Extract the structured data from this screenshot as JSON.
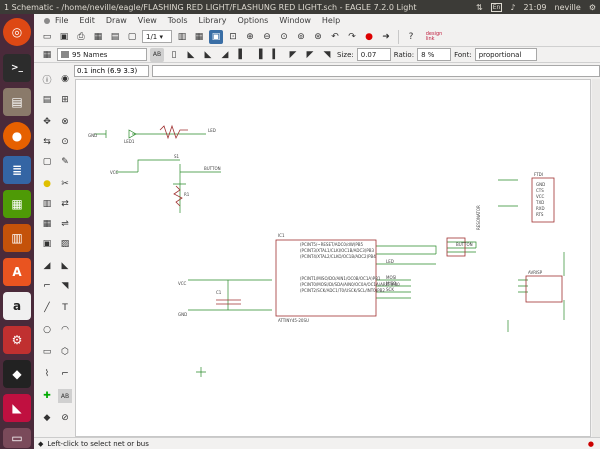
{
  "window": {
    "title": "1 Schematic - /home/neville/eagle/FLASHING RED LIGHT/FLASHUNG RED LIGHT.sch - EAGLE 7.2.0 Light"
  },
  "tray": {
    "keyboard": "En",
    "time": "21:09",
    "user": "neville"
  },
  "menu": [
    "File",
    "Edit",
    "Draw",
    "View",
    "Tools",
    "Library",
    "Options",
    "Window",
    "Help"
  ],
  "toolbar": {
    "sheet": "1/1",
    "brand": "design\nlink"
  },
  "layer": {
    "value": "95 Names"
  },
  "size": {
    "label": "Size:",
    "value": "0.07"
  },
  "ratio": {
    "label": "Ratio:",
    "value": "8 %"
  },
  "font": {
    "label": "Font:",
    "value": "proportional"
  },
  "coord": "0.1 inch (6.9 3.3)",
  "status": "Left-click to select net or bus",
  "schematic": {
    "vcc": "VCC",
    "gnd": "GND",
    "led": "LED",
    "led1": "LED1",
    "button": "BUTTON",
    "s1": "S1",
    "r1": "R1",
    "c1": "C1",
    "ic": "IC1",
    "ic_name": "ATTINY45-20SU",
    "resonator": "RESONATOR",
    "header": "FTDI",
    "avr": "AVRISP",
    "pins_right": [
      "(PCINT5/~RESET/ADC0/dW)PB5",
      "(PCINT3/XTAL1/CLKI/OC1B/ADC3)PB3",
      "(PCINT4/XTAL2/CLKO/OC1B/ADC2)PB4",
      "(PCINT1/MISO/DO/AIN1/OC0B/OC1A)PB1",
      "(PCINT0/MOSI/DI/SDA/AIN0/OC0A/OC1A/AREF)PB0",
      "(PCINT2/SCK/ADC1/T0/USCK/SCL/INT0)PB2"
    ],
    "nets_right": [
      "LED",
      "MOSI",
      "MISO",
      "SCK"
    ],
    "ftdi_pins": [
      "GND",
      "CTS",
      "VCC",
      "TXD",
      "RXD",
      "RTS"
    ]
  }
}
